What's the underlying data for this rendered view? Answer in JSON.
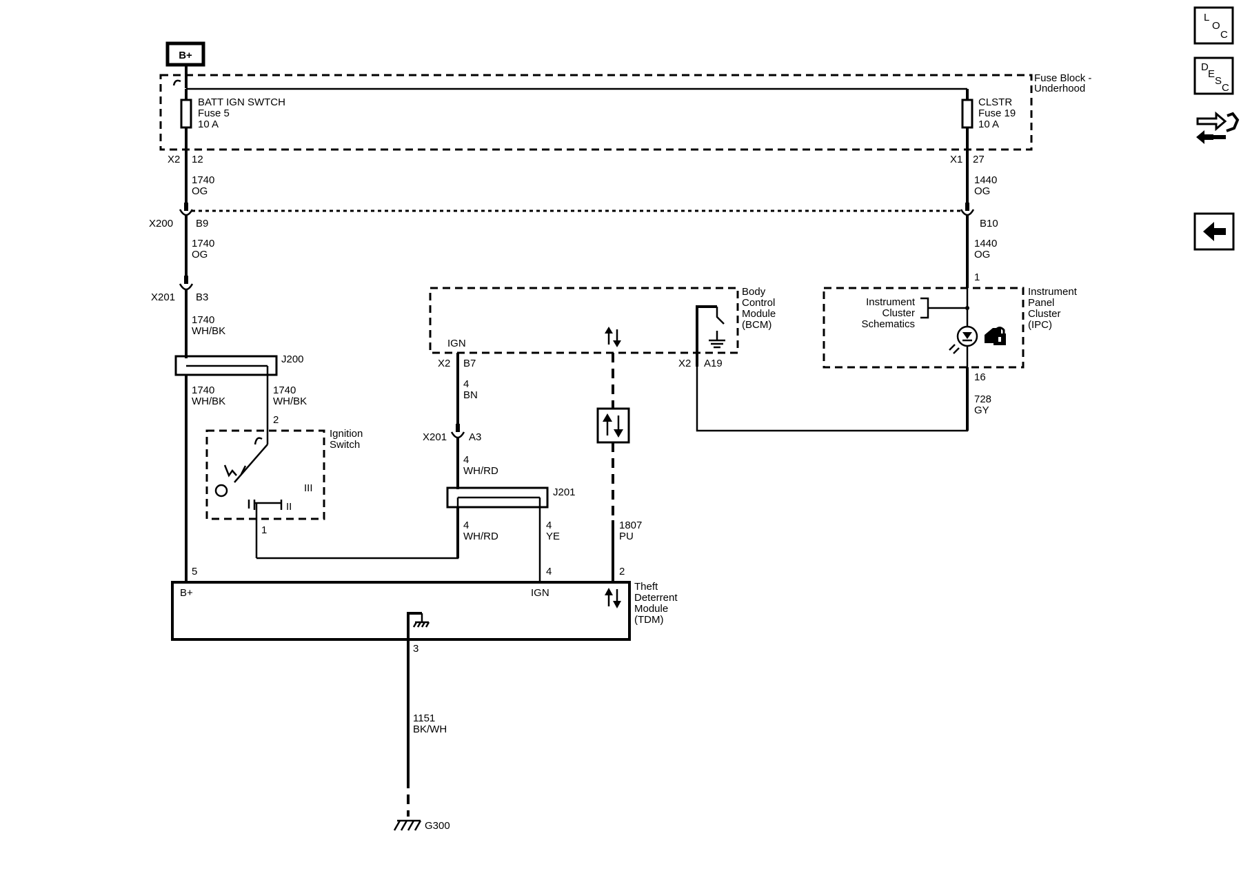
{
  "power": {
    "source": "B+"
  },
  "fuse_block": {
    "title_line1": "Fuse Block -",
    "title_line2": "Underhood",
    "fuse5": {
      "name": "BATT IGN SWTCH",
      "fuse": "Fuse 5",
      "rating": "10 A",
      "connector": "X2",
      "pin": "12"
    },
    "fuse19": {
      "name": "CLSTR",
      "fuse": "Fuse 19",
      "rating": "10 A",
      "connector": "X1",
      "pin": "27"
    }
  },
  "wires": {
    "w1740_og_a": {
      "circuit": "1740",
      "color": "OG"
    },
    "w1740_og_b": {
      "circuit": "1740",
      "color": "OG"
    },
    "w1740_whbk_a": {
      "circuit": "1740",
      "color": "WH/BK"
    },
    "w1740_whbk_b": {
      "circuit": "1740",
      "color": "WH/BK"
    },
    "w1740_whbk_c": {
      "circuit": "1740",
      "color": "WH/BK"
    },
    "w1440_og_a": {
      "circuit": "1440",
      "color": "OG"
    },
    "w1440_og_b": {
      "circuit": "1440",
      "color": "OG"
    },
    "w4_bn": {
      "circuit": "4",
      "color": "BN"
    },
    "w4_whrd_a": {
      "circuit": "4",
      "color": "WH/RD"
    },
    "w4_whrd_b": {
      "circuit": "4",
      "color": "WH/RD"
    },
    "w4_ye": {
      "circuit": "4",
      "color": "YE"
    },
    "w1807_pu": {
      "circuit": "1807",
      "color": "PU"
    },
    "w728_gy": {
      "circuit": "728",
      "color": "GY"
    },
    "w1151_bkwh": {
      "circuit": "1151",
      "color": "BK/WH"
    }
  },
  "connectors": {
    "x200": {
      "name": "X200",
      "pin_left": "B9",
      "pin_right": "B10"
    },
    "x201_b3": {
      "name": "X201",
      "pin": "B3"
    },
    "x201_a3": {
      "name": "X201",
      "pin": "A3"
    }
  },
  "splices": {
    "j200": "J200",
    "j201": "J201"
  },
  "ignition_switch": {
    "line1": "Ignition",
    "line2": "Switch",
    "pin_2": "2",
    "pin_1": "1",
    "pos_ii": "II",
    "pos_iii": "III"
  },
  "bcm": {
    "line1": "Body",
    "line2": "Control",
    "line3": "Module",
    "line4": "(BCM)",
    "ign_label": "IGN",
    "conn_b7": "X2",
    "pin_b7": "B7",
    "conn_a19": "X2",
    "pin_a19": "A19"
  },
  "ipc": {
    "line1": "Instrument",
    "line2": "Panel",
    "line3": "Cluster",
    "line4": "(IPC)",
    "pin_1": "1",
    "pin_16": "16",
    "ref_line1": "Instrument",
    "ref_line2": "Cluster",
    "ref_line3": "Schematics"
  },
  "tdm": {
    "line1": "Theft",
    "line2": "Deterrent",
    "line3": "Module",
    "line4": "(TDM)",
    "bplus_label": "B+",
    "ign_label": "IGN",
    "pin_5": "5",
    "pin_4": "4",
    "pin_2": "2",
    "pin_3": "3"
  },
  "ground": {
    "name": "G300"
  },
  "side_icons": {
    "loc": {
      "icon": "loc-icon",
      "l1": "L",
      "l2": "O",
      "l3": "C"
    },
    "desc": {
      "icon": "desc-icon",
      "l1": "D",
      "l2": "E",
      "l3": "S",
      "l4": "C"
    },
    "connectors_icon": "connector-tools-icon",
    "back_icon": "back-arrow-icon"
  }
}
